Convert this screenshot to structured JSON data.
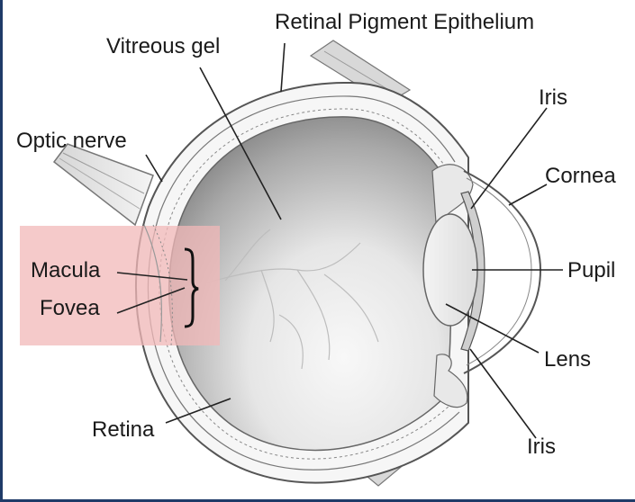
{
  "diagram": {
    "labels": {
      "retinal_pigment_epithelium": "Retinal Pigment Epithelium",
      "vitreous_gel": "Vitreous gel",
      "optic_nerve": "Optic nerve",
      "iris_top": "Iris",
      "cornea": "Cornea",
      "pupil": "Pupil",
      "macula": "Macula",
      "fovea": "Fovea",
      "lens": "Lens",
      "retina": "Retina",
      "iris_bottom": "Iris"
    },
    "colors": {
      "frame_edge": "#1f3b68",
      "highlight": "#f2b8b8",
      "outline": "#555555",
      "vitreous_dark": "#8f8f8f",
      "vitreous_light": "#f2f2f2",
      "leader_line": "#222222"
    }
  }
}
